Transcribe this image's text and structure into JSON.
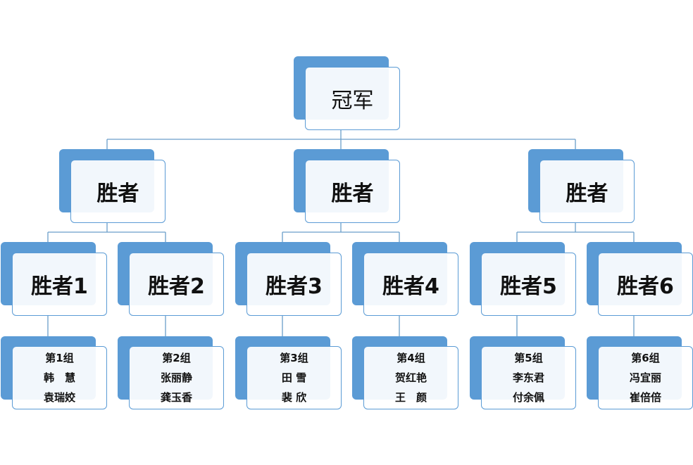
{
  "root": {
    "label": "冠军"
  },
  "level2": [
    {
      "label": "胜者"
    },
    {
      "label": "胜者"
    },
    {
      "label": "胜者"
    }
  ],
  "level3": [
    {
      "label": "胜者1"
    },
    {
      "label": "胜者2"
    },
    {
      "label": "胜者3"
    },
    {
      "label": "胜者4"
    },
    {
      "label": "胜者5"
    },
    {
      "label": "胜者6"
    }
  ],
  "groups": [
    {
      "title": "第1组",
      "member1": "韩　慧",
      "member2": "袁瑞姣"
    },
    {
      "title": "第2组",
      "member1": "张丽静",
      "member2": "龚玉香"
    },
    {
      "title": "第3组",
      "member1": "田 雪",
      "member2": "裴 欣"
    },
    {
      "title": "第4组",
      "member1": "贺红艳",
      "member2": "王　颜"
    },
    {
      "title": "第5组",
      "member1": "李东君",
      "member2": "付余佩"
    },
    {
      "title": "第6组",
      "member1": "冯宜丽",
      "member2": "崔倍倍"
    }
  ],
  "colors": {
    "accent": "#5b9bd5",
    "line": "#6a9ec9"
  }
}
